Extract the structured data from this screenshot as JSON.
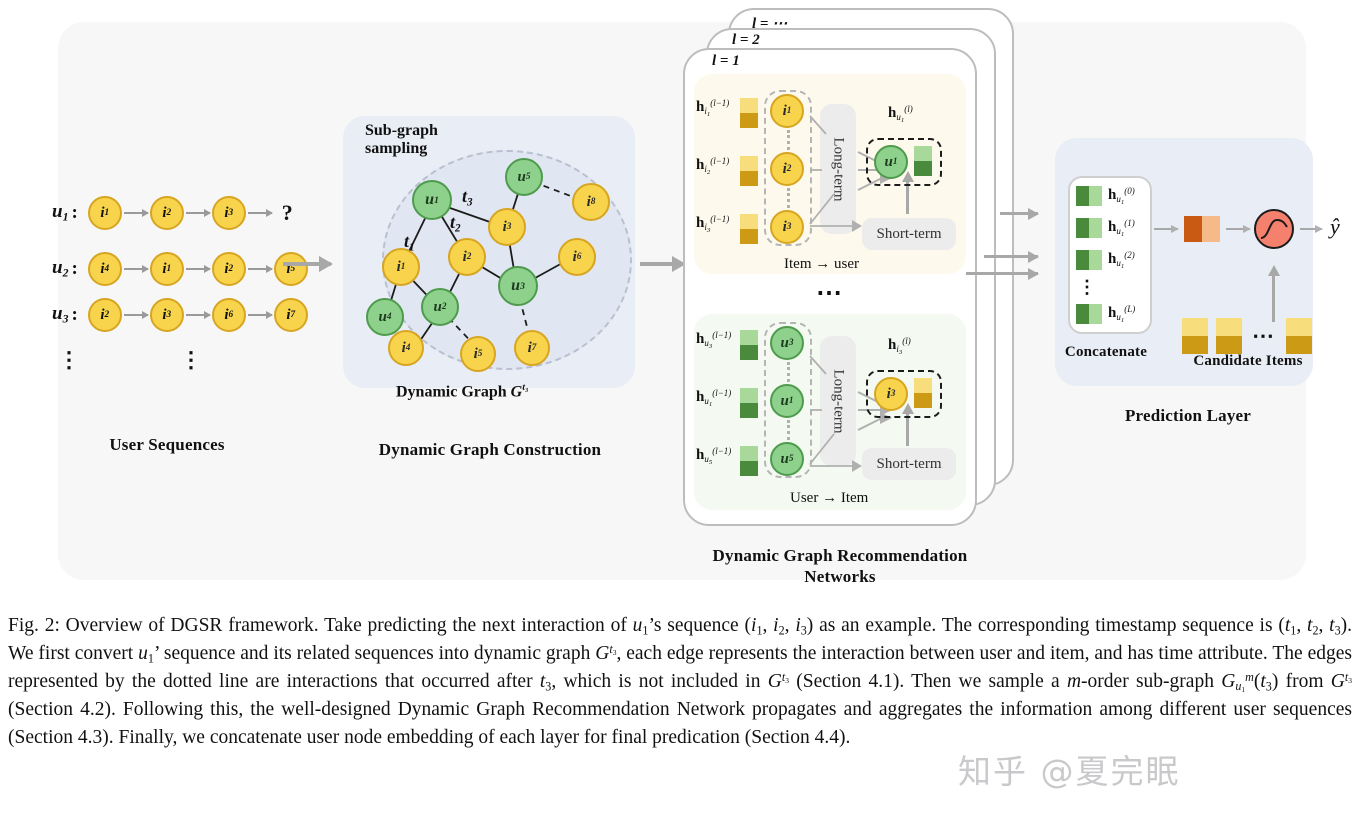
{
  "figure": {
    "sections": {
      "user_sequences_caption": "User Sequences",
      "graph_construction_caption": "Dynamic Graph Construction",
      "networks_caption_line1": "Dynamic Graph Recommendation",
      "networks_caption_line2": "Networks",
      "prediction_caption": "Prediction Layer"
    },
    "user_sequences": {
      "rows": [
        {
          "user": "u",
          "user_sub": "1",
          "items": [
            "1",
            "2",
            "3"
          ],
          "trailing": "?"
        },
        {
          "user": "u",
          "user_sub": "2",
          "items": [
            "4",
            "1",
            "2",
            "5"
          ],
          "trailing": ""
        },
        {
          "user": "u",
          "user_sub": "3",
          "items": [
            "2",
            "3",
            "6",
            "7"
          ],
          "trailing": ""
        }
      ],
      "ellipsis": "⋮"
    },
    "dynamic_graph": {
      "subgraph_label_line1": "Sub-graph",
      "subgraph_label_line2": "sampling",
      "graph_caption_prefix": "Dynamic Graph",
      "graph_caption_symbol": "G",
      "graph_caption_sup": "t₃",
      "nodes": [
        {
          "id": "u1",
          "type": "user",
          "letter": "u",
          "sub": "1"
        },
        {
          "id": "u2",
          "type": "user",
          "letter": "u",
          "sub": "2"
        },
        {
          "id": "u3",
          "type": "user",
          "letter": "u",
          "sub": "3"
        },
        {
          "id": "u4",
          "type": "user",
          "letter": "u",
          "sub": "4"
        },
        {
          "id": "u5",
          "type": "user",
          "letter": "u",
          "sub": "5"
        },
        {
          "id": "i1",
          "type": "item",
          "letter": "i",
          "sub": "1"
        },
        {
          "id": "i2",
          "type": "item",
          "letter": "i",
          "sub": "2"
        },
        {
          "id": "i3",
          "type": "item",
          "letter": "i",
          "sub": "3"
        },
        {
          "id": "i4",
          "type": "item",
          "letter": "i",
          "sub": "4"
        },
        {
          "id": "i5",
          "type": "item",
          "letter": "i",
          "sub": "5"
        },
        {
          "id": "i6",
          "type": "item",
          "letter": "i",
          "sub": "6"
        },
        {
          "id": "i7",
          "type": "item",
          "letter": "i",
          "sub": "7"
        },
        {
          "id": "i8",
          "type": "item",
          "letter": "i",
          "sub": "8"
        }
      ],
      "edge_time_labels": [
        "t1",
        "t2",
        "t3"
      ]
    },
    "layers": {
      "tags": [
        "l = 1",
        "l = 2",
        "l = ⋯"
      ],
      "item_to_user": {
        "caption": "Item → user",
        "inputs": [
          {
            "h": "h",
            "sub": "i₁",
            "sup": "(l−1)",
            "node_letter": "i",
            "node_sub": "1"
          },
          {
            "h": "h",
            "sub": "i₂",
            "sup": "(l−1)",
            "node_letter": "i",
            "node_sub": "2"
          },
          {
            "h": "h",
            "sub": "i₃",
            "sup": "(l−1)",
            "node_letter": "i",
            "node_sub": "3"
          }
        ],
        "long_term": "Long-term",
        "short_term": "Short-term",
        "output": {
          "h": "h",
          "sub": "u₁",
          "sup": "(l)",
          "node_letter": "u",
          "node_sub": "1"
        }
      },
      "user_to_item": {
        "caption": "User → Item",
        "inputs": [
          {
            "h": "h",
            "sub": "u₃",
            "sup": "(l−1)",
            "node_letter": "u",
            "node_sub": "3"
          },
          {
            "h": "h",
            "sub": "u₁",
            "sup": "(l−1)",
            "node_letter": "u",
            "node_sub": "1"
          },
          {
            "h": "h",
            "sub": "u₅",
            "sup": "(l−1)",
            "node_letter": "u",
            "node_sub": "5"
          }
        ],
        "long_term": "Long-term",
        "short_term": "Short-term",
        "output": {
          "h": "h",
          "sub": "i₃",
          "sup": "(l)",
          "node_letter": "i",
          "node_sub": "3"
        }
      },
      "between_dots": "⋯"
    },
    "prediction": {
      "concatenate_label": "Concatenate",
      "candidate_items_label": "Candidate Items",
      "stack": [
        {
          "h": "h",
          "sub": "u₁",
          "sup": "(0)"
        },
        {
          "h": "h",
          "sub": "u₁",
          "sup": "(1)"
        },
        {
          "h": "h",
          "sub": "u₁",
          "sup": "(2)"
        },
        {
          "h": "h",
          "sub": "u₁",
          "sup": "(L)"
        }
      ],
      "stack_ellipsis": "⋮",
      "candidate_ellipsis": "⋯",
      "output_label": "ŷ"
    },
    "colors": {
      "item_fill": "#f7d44c",
      "item_border": "#d7a521",
      "user_fill": "#8dd18c",
      "user_border": "#4f9b4e",
      "panel_bg": "#e9edf5",
      "outer_bg": "#f7f7f7",
      "sigmoid_fill": "#f5806e",
      "arrow_gray": "#a8a8a8",
      "embed_light_yellow": "#f8dd7d",
      "embed_dark_yellow": "#cc9a14",
      "embed_light_green": "#a8d89a",
      "embed_dark_green": "#4a8a3c",
      "embed_dark_orange": "#c85a14",
      "embed_light_orange": "#f6b98a"
    }
  },
  "caption": {
    "text": "Fig. 2: Overview of DGSR framework. Take predicting the next interaction of u1's sequence (i1, i2, i3) as an example. The corresponding timestamp sequence is (t1, t2, t3). We first convert u1' sequence and its related sequences into dynamic graph Gt3, each edge represents the interaction between user and item, and has time attribute. The edges represented by the dotted line are interactions that occurred after t3, which is not included in Gt3 (Section 4.1). Then we sample a m-order sub-graph Gmu1(t3) from Gt3 (Section 4.2). Following this, the well-designed Dynamic Graph Recommendation Network propagates and aggregates the information among different user sequences (Section 4.3). Finally, we concatenate user node embedding of each layer for final predication (Section 4.4)."
  },
  "watermark": {
    "text": "知乎 @夏完眠"
  }
}
